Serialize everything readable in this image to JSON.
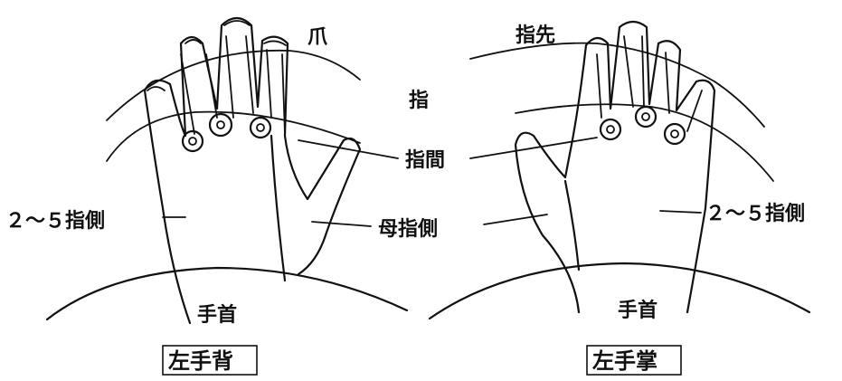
{
  "labels": {
    "nail": "爪",
    "fingertip": "指先",
    "finger": "指",
    "between_fingers": "指間",
    "side_2_5_left": "２～５指側",
    "side_2_5_right": "２～５指側",
    "thumb_side": "母指側",
    "wrist_left": "手首",
    "wrist_right": "手首"
  },
  "captions": {
    "left_back": "左手背",
    "left_palm": "左手掌"
  }
}
